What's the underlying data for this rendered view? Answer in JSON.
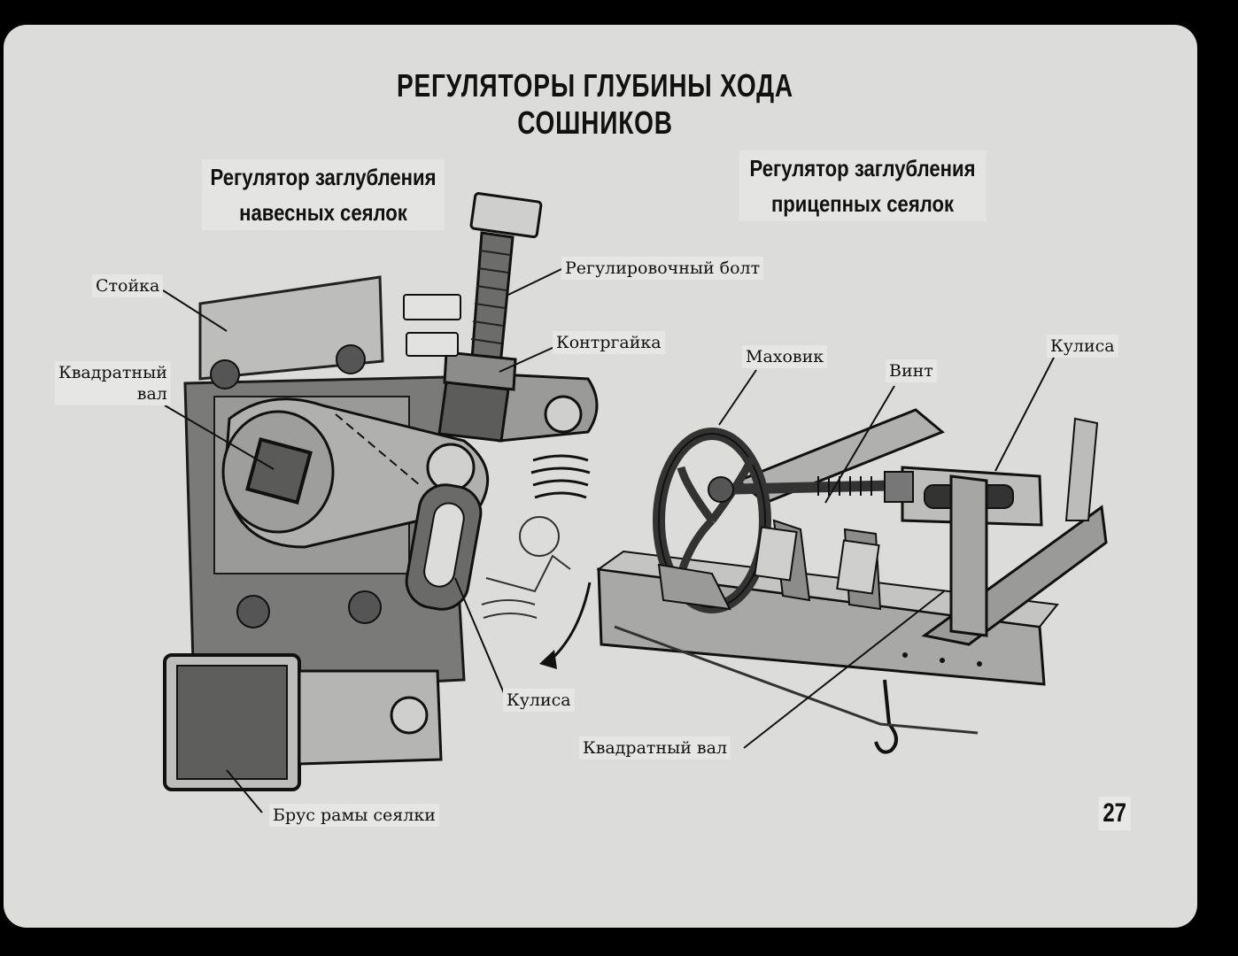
{
  "title": "РЕГУЛЯТОРЫ ГЛУБИНЫ ХОДА СОШНИКОВ",
  "left_heading": {
    "line1": "Регулятор заглубления",
    "line2": "навесных сеялок"
  },
  "right_heading": {
    "line1": "Регулятор заглубления",
    "line2": "прицепных сеялок"
  },
  "labels": {
    "stoyka": "Стойка",
    "kvadratny_val_left_1": "Квадратный",
    "kvadratny_val_left_2": "вал",
    "reg_bolt": "Регулировочный болт",
    "kontrgaika": "Контргайка",
    "kulisa_left": "Кулиса",
    "brus": "Брус рамы сеялки",
    "makhovik": "Маховик",
    "vint": "Винт",
    "kulisa_right": "Кулиса",
    "kvadratny_val_right": "Квадратный вал"
  },
  "page_number": "27"
}
